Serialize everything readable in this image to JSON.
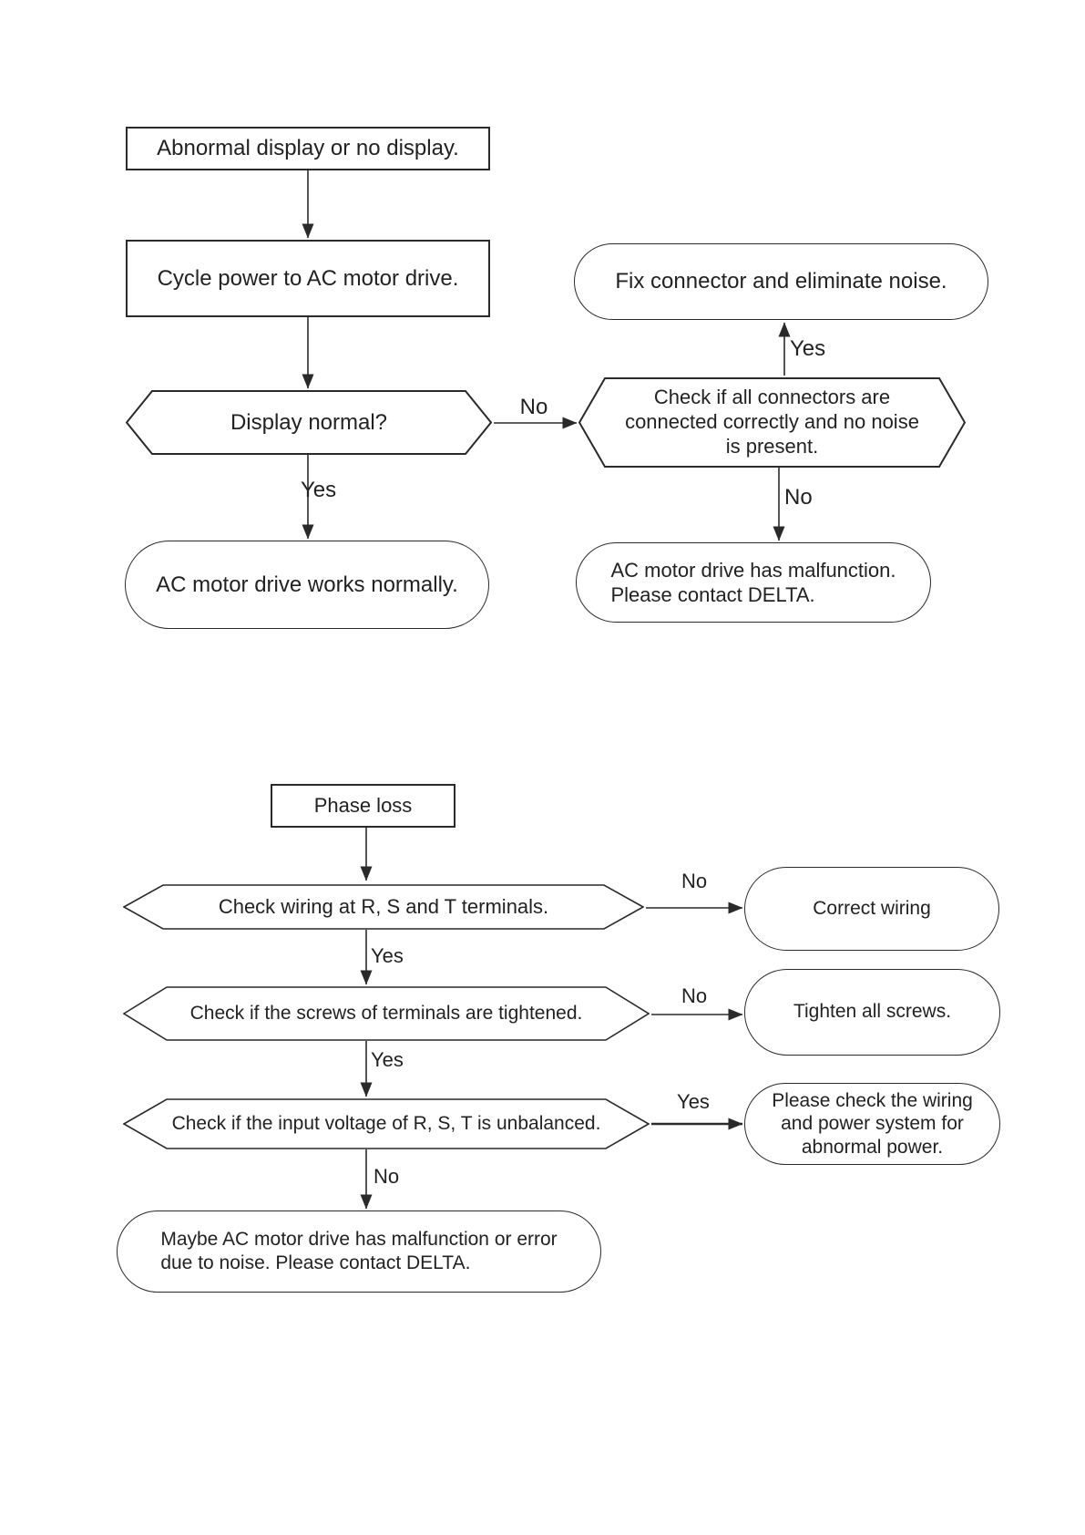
{
  "colors": {
    "ink": "#2a2a2a",
    "background": "#ffffff"
  },
  "c1": {
    "name": "abnormal-display-flowchart",
    "nodes": {
      "abnormal": {
        "text": "Abnormal display or no display."
      },
      "cycle": {
        "text": "Cycle power to AC motor drive."
      },
      "display_normal": {
        "text": "Display normal?"
      },
      "works": {
        "text": "AC motor drive works normally."
      },
      "fix": {
        "text": "Fix connector and eliminate noise."
      },
      "connectors": {
        "text": "Check if all connectors are\nconnected correctly and no noise\nis present."
      },
      "malfunction": {
        "text": "AC motor drive has malfunction.\nPlease contact DELTA."
      }
    },
    "edges": {
      "no_to_connectors": "No",
      "yes_to_works": "Yes",
      "yes_to_fix": "Yes",
      "no_to_malfunction": "No"
    }
  },
  "c2": {
    "name": "phase-loss-flowchart",
    "nodes": {
      "phase_loss": {
        "text": "Phase loss"
      },
      "check_wiring": {
        "text": "Check wiring at R, S and T terminals."
      },
      "correct_wiring": {
        "text": "Correct wiring"
      },
      "check_screws": {
        "text": "Check if the screws of terminals are tightened."
      },
      "tighten": {
        "text": "Tighten all screws."
      },
      "check_voltage": {
        "text": "Check if the input voltage of R, S, T is unbalanced."
      },
      "check_power": {
        "text": "Please check the wiring\nand power system for\nabnormal power."
      },
      "maybe_malfunction": {
        "text": "Maybe AC motor drive has malfunction or error\ndue to noise. Please contact DELTA."
      }
    },
    "edges": {
      "no_to_correct": "No",
      "yes_to_screws": "Yes",
      "no_to_tighten": "No",
      "yes_to_voltage": "Yes",
      "yes_to_power": "Yes",
      "no_to_maybe": "No"
    }
  }
}
